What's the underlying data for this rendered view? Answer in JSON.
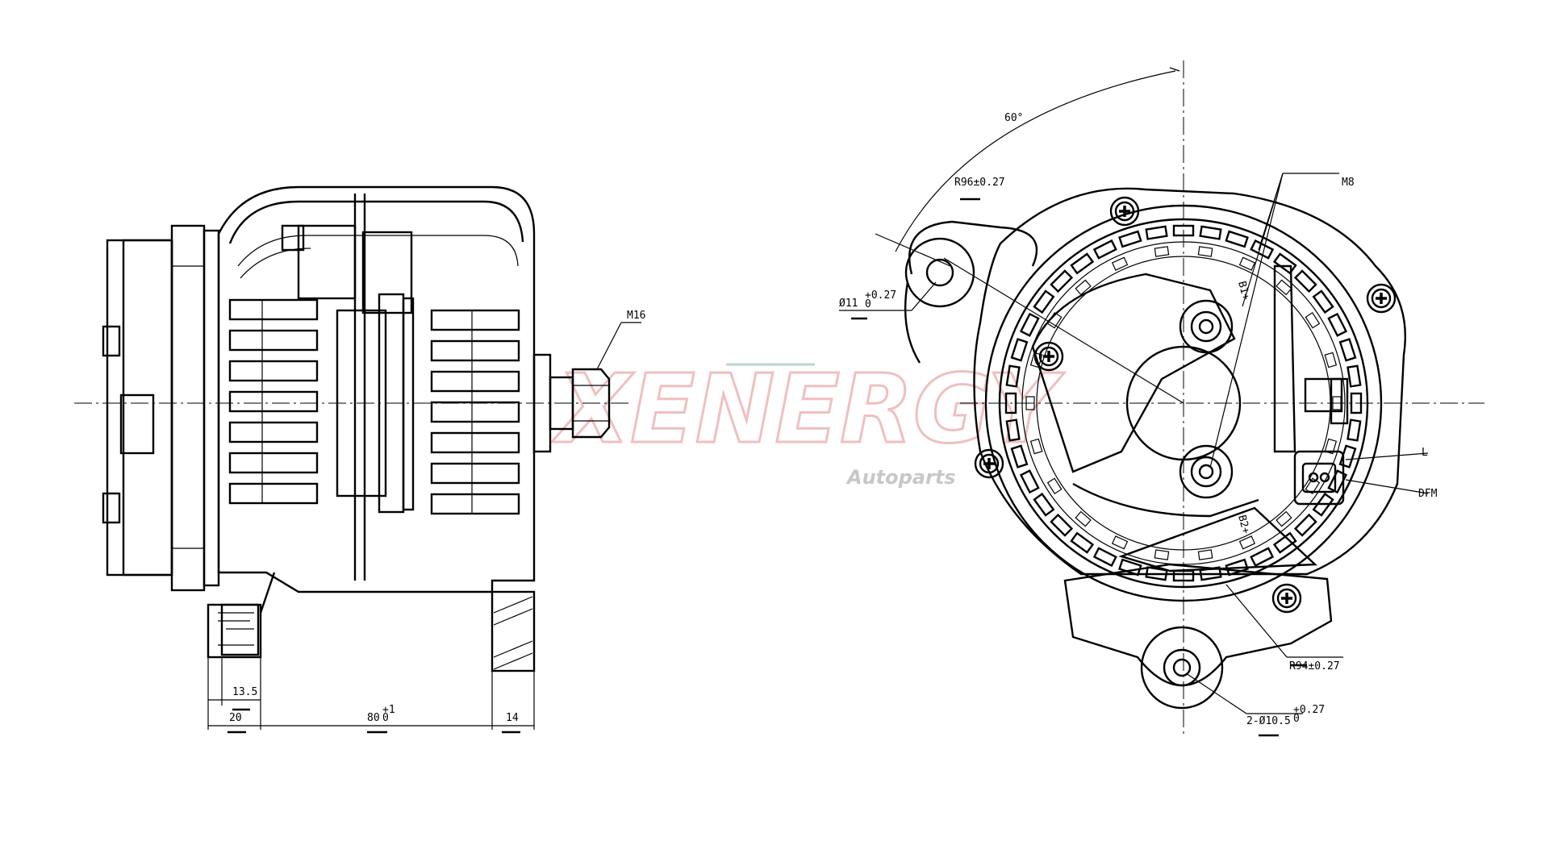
{
  "watermark": {
    "brand": "XENERGY",
    "tagline": "Autoparts"
  },
  "side_view": {
    "thread_label": "M16",
    "dim_13_5": "13.5",
    "dim_20": "20",
    "dim_80": "80",
    "dim_80_tol_upper": "+1",
    "dim_80_tol_lower": "0",
    "dim_14": "14"
  },
  "front_view": {
    "angle": "60°",
    "radius_top": "R96±0.27",
    "hole_top": "Ø11",
    "hole_top_tol_upper": "+0.27",
    "hole_top_tol_lower": "0",
    "screw_label": "M8",
    "terminal_b1": "B1+",
    "terminal_b2": "B2+",
    "terminal_l": "L",
    "terminal_dfm": "DFM",
    "radius_bottom": "R94±0.27",
    "hole_bottom": "2-Ø10.5",
    "hole_bottom_tol_upper": "+0.27",
    "hole_bottom_tol_lower": "0"
  }
}
